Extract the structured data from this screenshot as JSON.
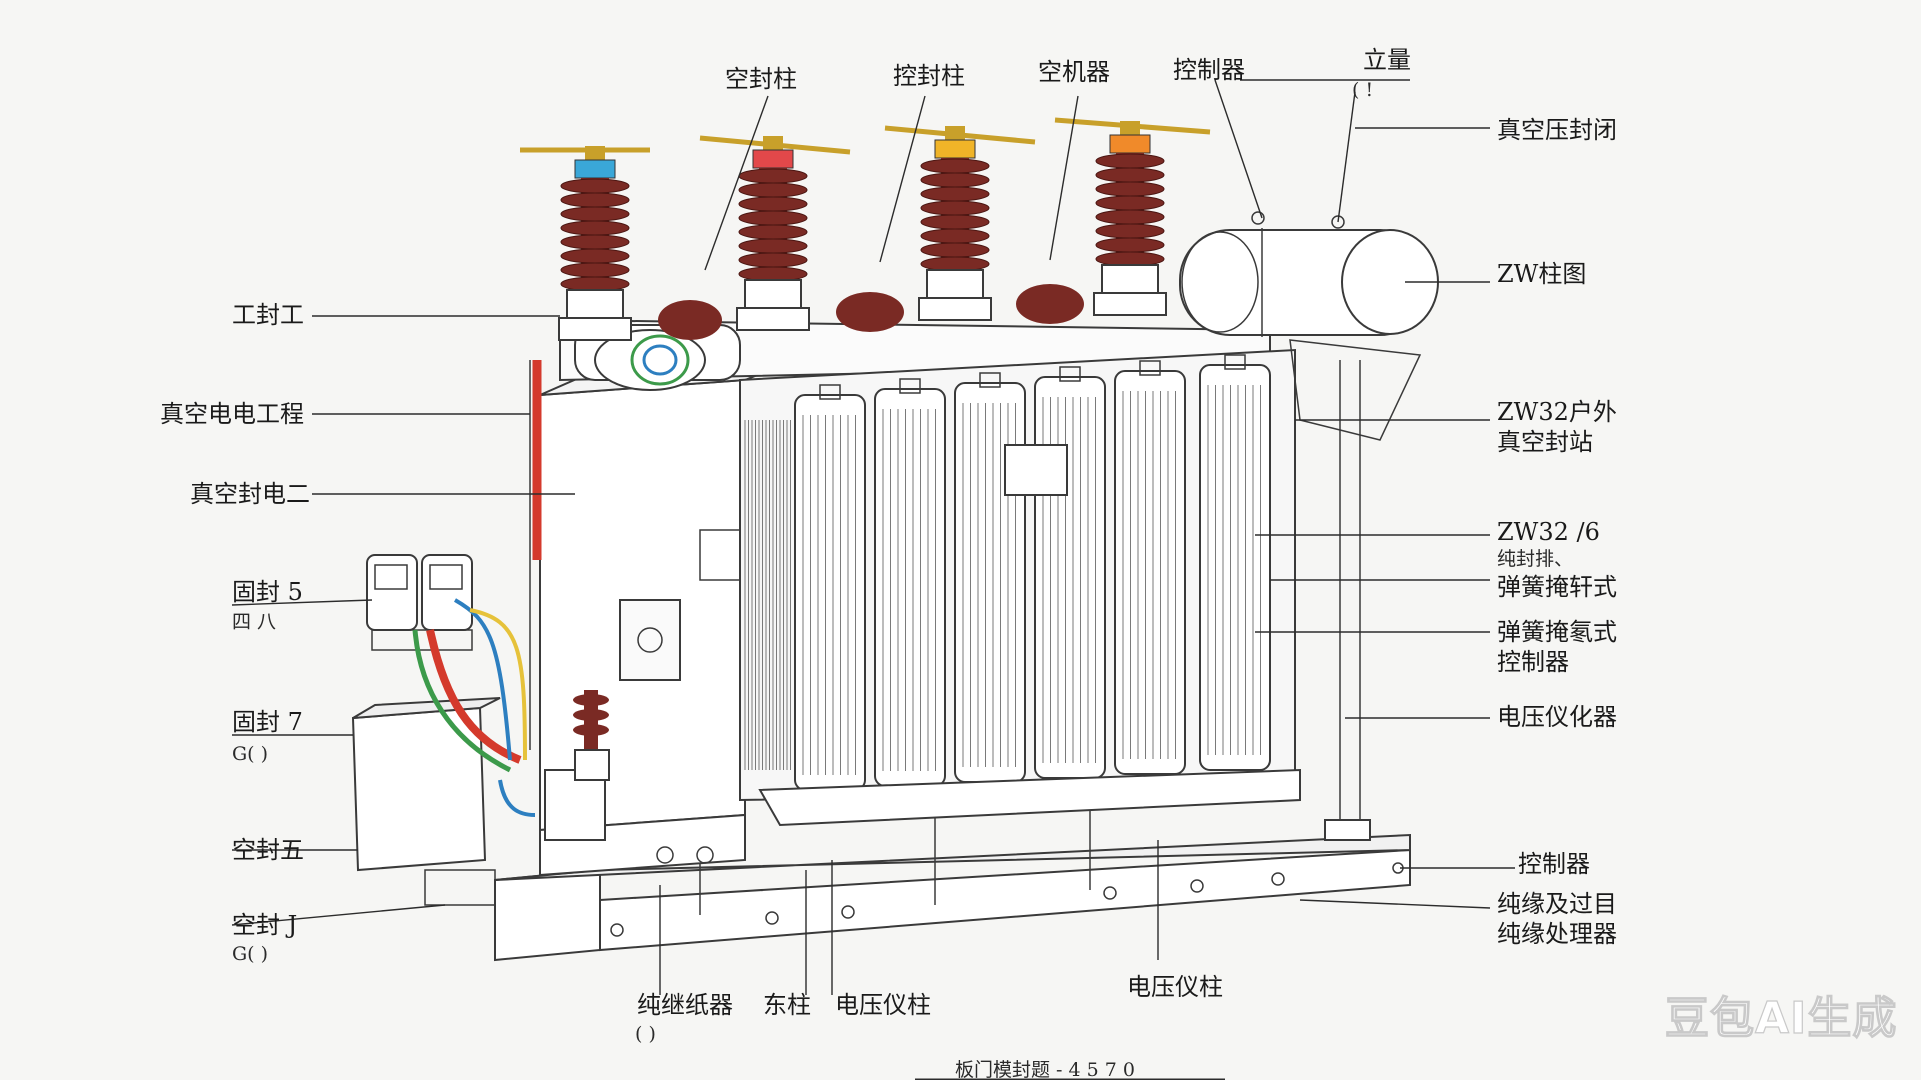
{
  "diagram": {
    "labels": {
      "top_1": "空封柱",
      "top_2": "控封柱",
      "top_3": "空机器",
      "top_4": "控制器",
      "top_5": "立量",
      "top_5b": "(  !",
      "right_1": "真空压封闭",
      "right_2": "ZW柱图",
      "right_3a": "ZW32户外",
      "right_3b": "真空封站",
      "right_4a": "ZW32 /6",
      "right_4b": "纯封排、",
      "right_4c": "弹簧掩轩式",
      "right_5a": "弹簧掩氡式",
      "right_5b": "控制器",
      "right_6": "电压仪化器",
      "right_7": "控制器",
      "right_8a": "纯缘及过目",
      "right_8b": "纯缘处理器",
      "left_1": "工封工",
      "left_2": "真空电电工程",
      "left_3": "真空封电二",
      "left_4a": "固封 5",
      "left_4b": "四  八",
      "left_5a": "固封 7",
      "left_5b": "G(  )",
      "left_6": "空封五",
      "left_7a": "空封 J",
      "left_7b": "G(  )",
      "bottom_1a": "纯继纸器",
      "bottom_1b": "(  )",
      "bottom_2": "东柱",
      "bottom_3": "电压仪柱",
      "bottom_4": "电压仪柱",
      "caption": "板门模封题 - 4   5   7    0"
    },
    "watermark": "豆包AI生成",
    "colors": {
      "bushing": "#7a2a24",
      "cap_blue": "#3aa7d8",
      "cap_red": "#e2484a",
      "cap_yellow": "#f0b428",
      "cap_orange": "#f08a2a",
      "wire_red": "#d43a2c",
      "wire_green": "#3c9a4a",
      "wire_blue": "#2d7fc0",
      "wire_yellow": "#e6c23a"
    }
  }
}
